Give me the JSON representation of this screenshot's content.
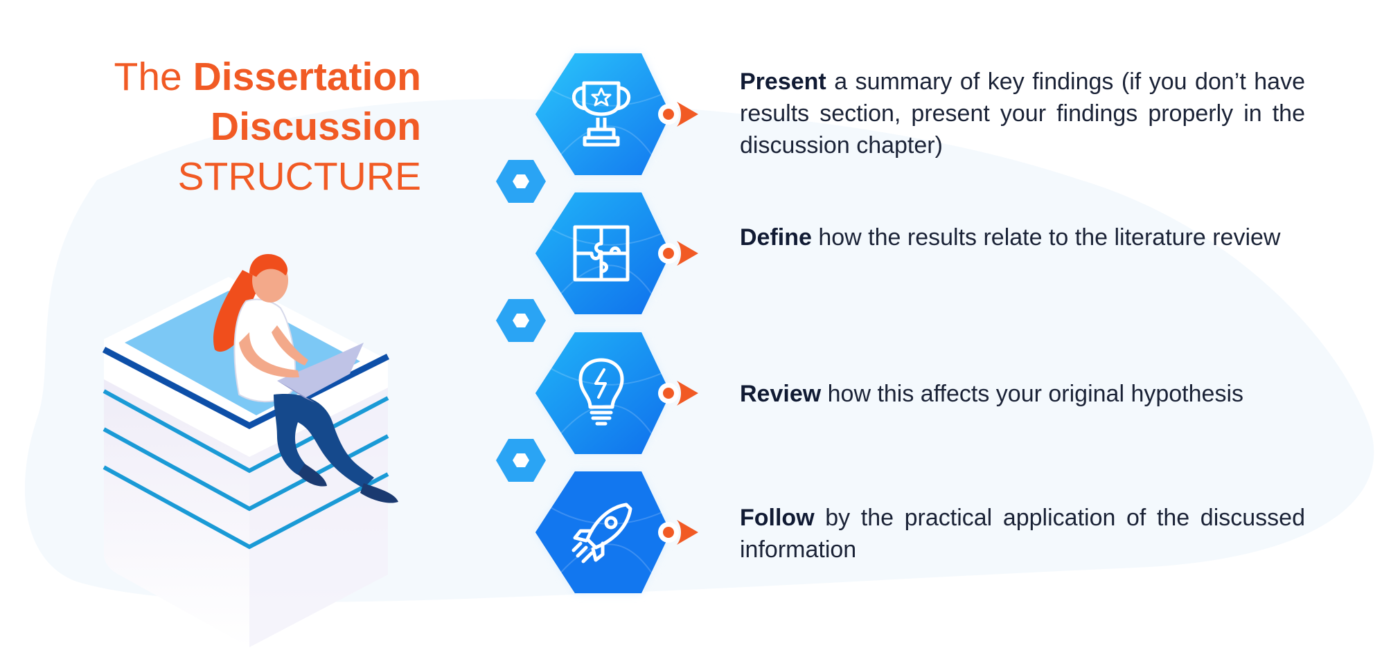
{
  "title": {
    "part1": "The",
    "part2": "Dissertation",
    "part3": "Discussion",
    "part4": "STRUCTURE"
  },
  "steps": [
    {
      "keyword": "Present",
      "text": " a summary of key findings (if you don’t have results section, present your findings properly in the discussion chapter)",
      "icon": "trophy-icon"
    },
    {
      "keyword": "Define",
      "text": " how the results relate to the literature review",
      "icon": "puzzle-icon"
    },
    {
      "keyword": "Review",
      "text": " how this affects your original hypothesis",
      "icon": "lightbulb-icon"
    },
    {
      "keyword": "Follow",
      "text": " by the practical application of the discussed information",
      "icon": "rocket-icon"
    }
  ],
  "colors": {
    "title": "#f15a24",
    "hex_top": "#2bc6fb",
    "hex_bottom": "#1277ef",
    "connector": "#33aaf5",
    "pointer": "#f15a24",
    "background_blob": "#f4f9fd",
    "text": "#1a2236"
  }
}
